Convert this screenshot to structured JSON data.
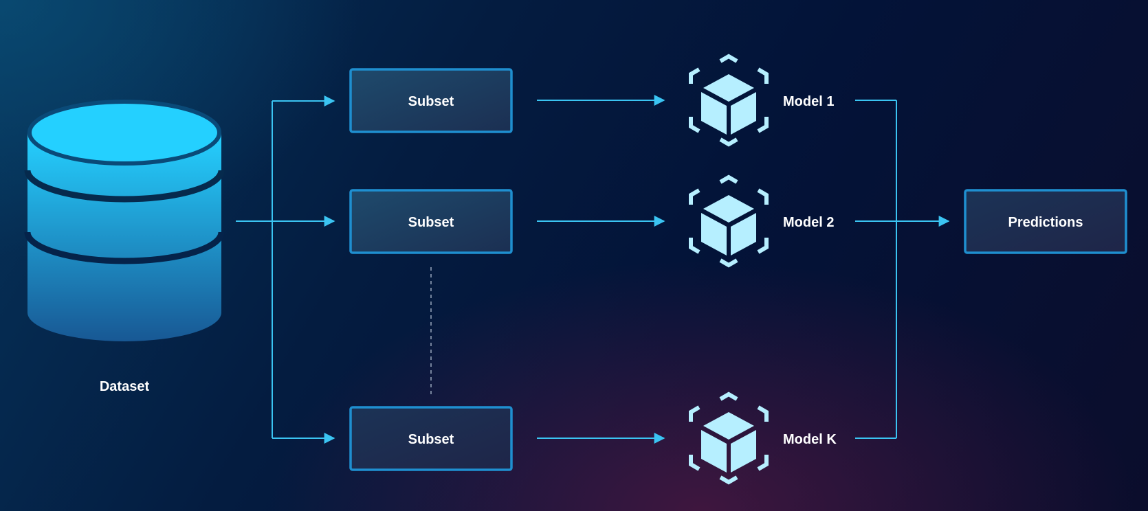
{
  "dataset": {
    "label": "Dataset",
    "icon": "database-icon"
  },
  "subsets": [
    {
      "label": "Subset"
    },
    {
      "label": "Subset"
    },
    {
      "label": "Subset"
    }
  ],
  "models": [
    {
      "label": "Model 1",
      "icon": "cube-icon"
    },
    {
      "label": "Model 2",
      "icon": "cube-icon"
    },
    {
      "label": "Model K",
      "icon": "cube-icon"
    }
  ],
  "output": {
    "label": "Predictions"
  },
  "colors": {
    "arrow": "#3bc4f2",
    "box_border": "#1f8fd0",
    "box_fill": "#1d3b5e",
    "cube": "#b6efff",
    "db_top": "#25d0ff",
    "db_bottom": "#185894",
    "text": "#ffffff"
  }
}
